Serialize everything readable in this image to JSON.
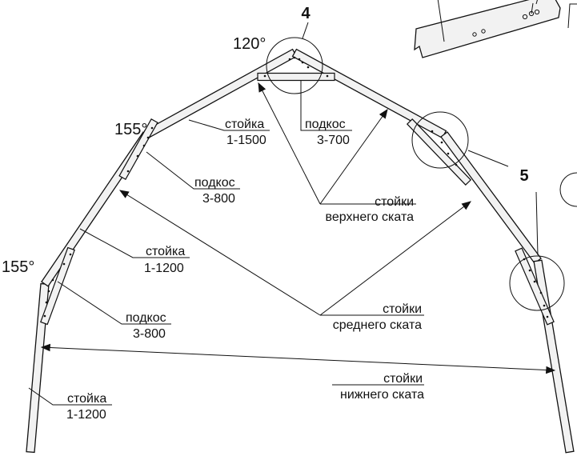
{
  "angles": {
    "top": "120°",
    "upper_left": "155°",
    "lower_left": "155°"
  },
  "callouts": {
    "detail_4": "4",
    "detail_5": "5"
  },
  "labels": {
    "stoika_top": {
      "name": "стойка",
      "code": "1-1500"
    },
    "podkos_top": {
      "name": "подкос",
      "code": "3-700"
    },
    "podkos_upper": {
      "name": "подкос",
      "code": "3-800"
    },
    "stoika_mid": {
      "name": "стойка",
      "code": "1-1200"
    },
    "podkos_lower": {
      "name": "подкос",
      "code": "3-800"
    },
    "stoika_bottom": {
      "name": "стойка",
      "code": "1-1200"
    }
  },
  "groups": {
    "upper": {
      "line1": "стойки",
      "line2": "верхнего ската"
    },
    "middle": {
      "line1": "стойки",
      "line2": "среднего ската"
    },
    "lower": {
      "line1": "стойки",
      "line2": "нижнего ската"
    }
  }
}
